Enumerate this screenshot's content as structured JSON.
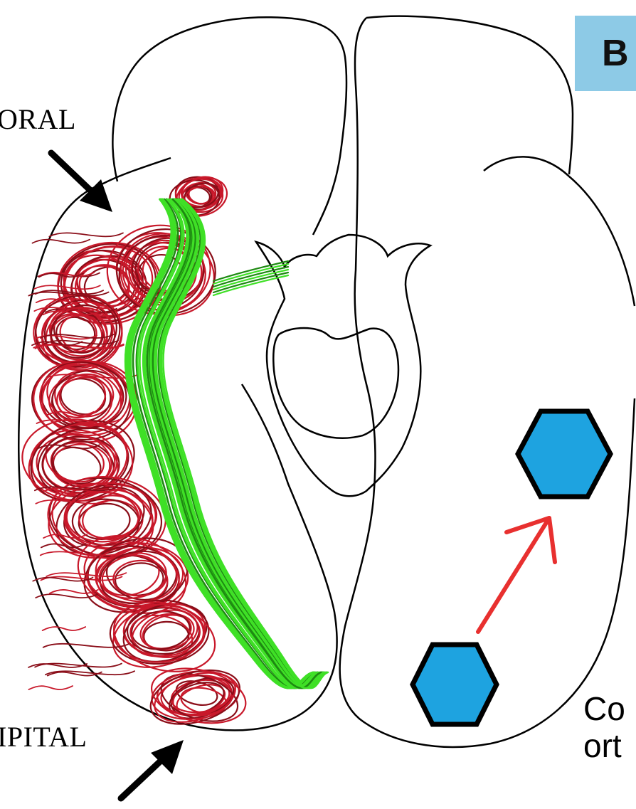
{
  "figure": {
    "panel_label": "B",
    "label_frontal": "ORAL",
    "label_occipital": "IPITAL",
    "caption_line1": "Co",
    "caption_line2": "ort"
  },
  "colors": {
    "outline": "#000000",
    "red_fibers": "#c8182a",
    "red_fibers_dark": "#8a0d18",
    "green_fibers": "#3fe026",
    "green_fibers_dark": "#1e8a12",
    "hexagon_fill": "#1ea3e0",
    "hexagon_stroke": "#000000",
    "red_arrow": "#e8302f",
    "panel_badge_bg": "#8dcae6"
  },
  "icons": {
    "top_arrow": "arrow-down-right-icon",
    "bottom_arrow": "arrow-up-right-icon",
    "hexagon_upper": "hexagon-icon",
    "hexagon_lower": "hexagon-icon",
    "red_arrow": "arrow-up-right-icon"
  }
}
